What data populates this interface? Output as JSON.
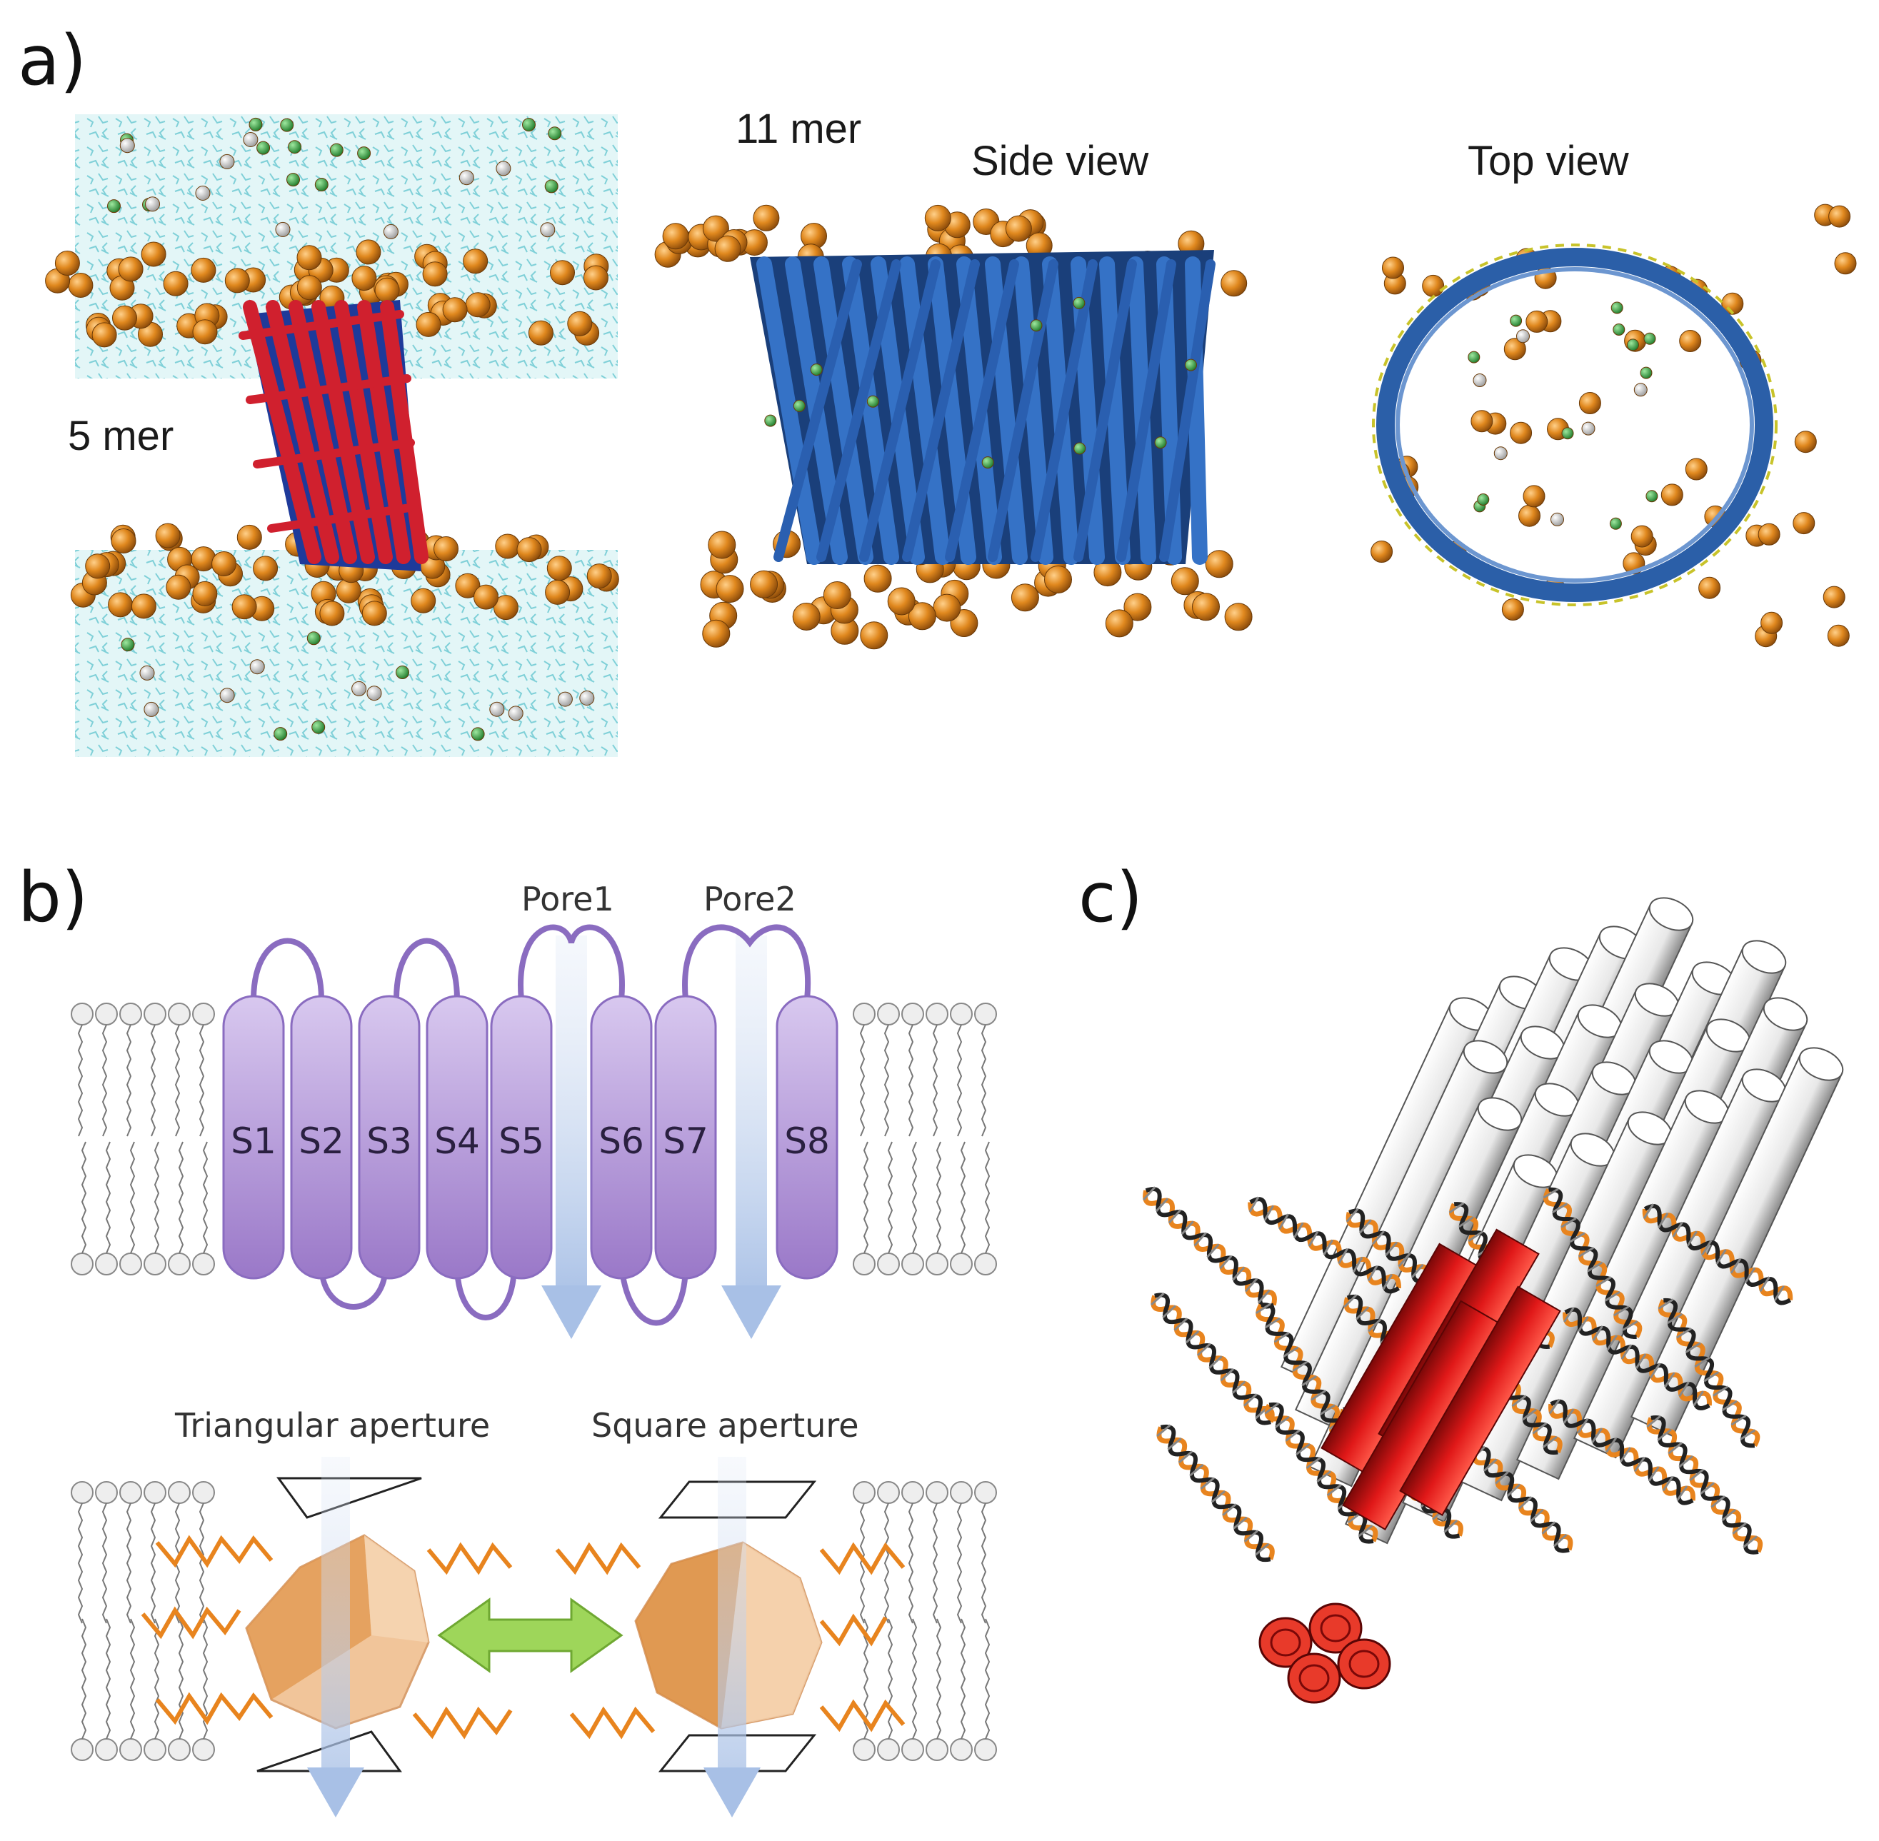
{
  "panel_a": {
    "letter": "a)",
    "label_5mer": "5 mer",
    "label_11mer": "11 mer",
    "side_view": "Side view",
    "top_view": "Top view",
    "colors": {
      "water": "#9fe0e6",
      "lipid_head": "#d9821c",
      "protein_red": "#cc1f2a",
      "protein_blue": "#2a5fb0",
      "ion_green": "#2e9e3a"
    }
  },
  "panel_b": {
    "letter": "b)",
    "pore1": "Pore1",
    "pore2": "Pore2",
    "segments": [
      "S1",
      "S2",
      "S3",
      "S4",
      "S5",
      "S6",
      "S7",
      "S8"
    ],
    "triangular": "Triangular aperture",
    "square": "Square aperture",
    "colors": {
      "helix": "#b59ad8",
      "loop": "#8a6cc0",
      "arrow": "#b8cbe8",
      "cage": "#e9a56a",
      "switch": "#8fd14f"
    }
  },
  "panel_c": {
    "letter": "c)",
    "colors": {
      "rod": "#f4f4f4",
      "core": "#e01818",
      "dna_orange": "#e8841e"
    }
  }
}
